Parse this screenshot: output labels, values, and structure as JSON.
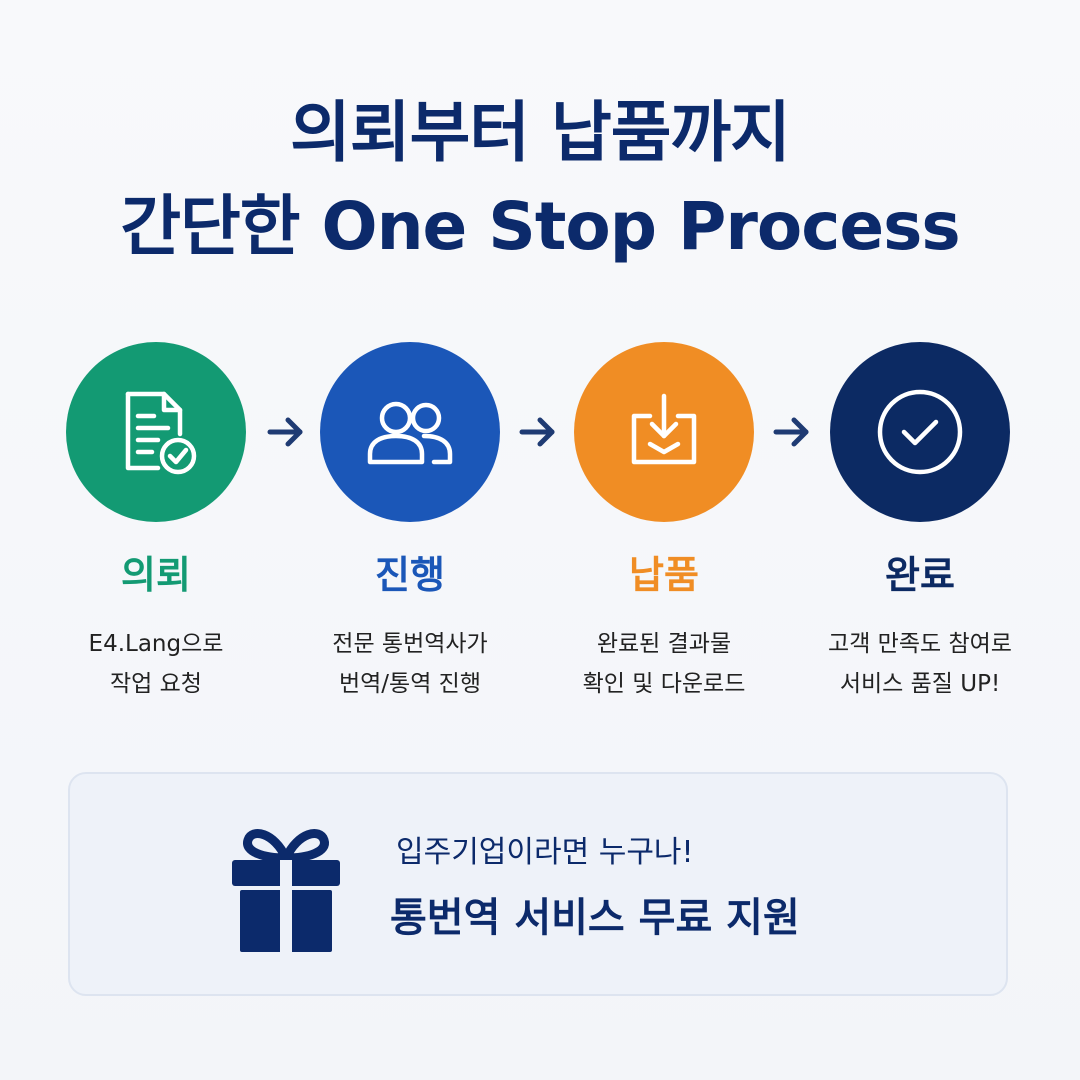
{
  "header": {
    "line1": "의뢰부터 납품까지",
    "line2": "간단한 One Stop Process"
  },
  "steps": [
    {
      "title": "의뢰",
      "desc1": "E4.Lang으로",
      "desc2": "작업 요청",
      "color": "#139a73",
      "icon": "document-check-icon"
    },
    {
      "title": "진행",
      "desc1": "전문 통번역사가",
      "desc2": "번역/통역 진행",
      "color": "#1b57b8",
      "icon": "users-icon"
    },
    {
      "title": "납품",
      "desc1": "완료된 결과물",
      "desc2": "확인 및 다운로드",
      "color": "#f08d24",
      "icon": "download-tray-icon"
    },
    {
      "title": "완료",
      "desc1": "고객 만족도 참여로",
      "desc2": "서비스 품질 UP!",
      "color": "#0c2a63",
      "icon": "check-circle-icon"
    }
  ],
  "banner": {
    "line1": "입주기업이라면 누구나!",
    "line2": "통번역 서비스 무료 지원",
    "icon": "gift-icon"
  },
  "colors": {
    "navy": "#0c2a6b",
    "arrow": "#1f3b73"
  }
}
